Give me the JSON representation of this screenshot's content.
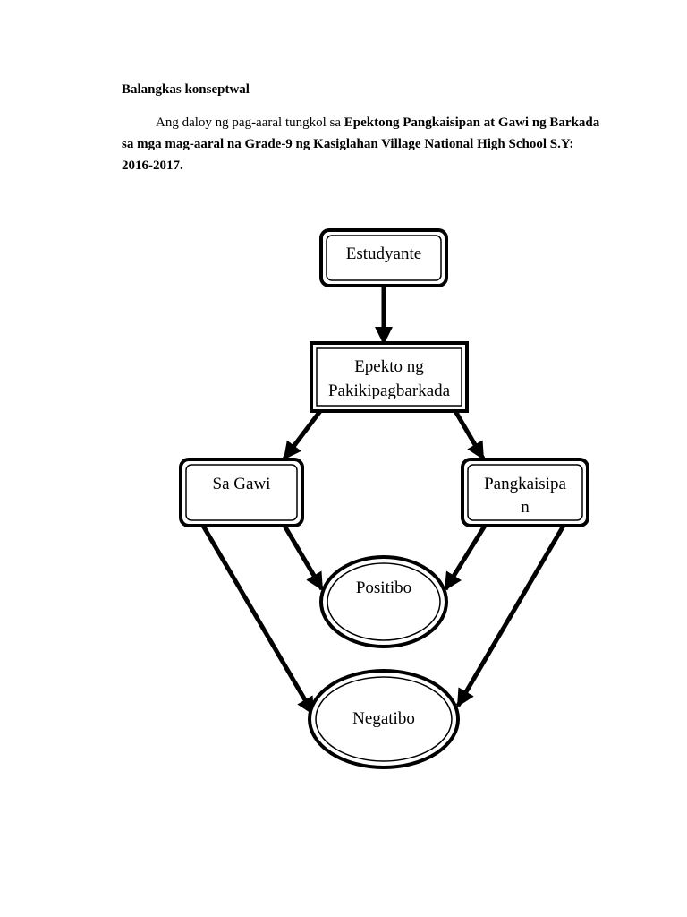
{
  "heading": "Balangkas konseptwal",
  "intro": {
    "lead": "Ang daloy ng pag-aaral tungkol sa ",
    "bold": "Epektong Pangkaisipan at Gawi ng Barkada sa mga mag-aaral na Grade-9 ng Kasiglahan Village National High School S.Y: 2016-2017."
  },
  "diagram": {
    "nodes": {
      "estudyante": {
        "line1": "Estudyante"
      },
      "epekto": {
        "line1": "Epekto ng",
        "line2": "Pakikipagbarkada"
      },
      "sa_gawi": {
        "line1": "Sa Gawi"
      },
      "pangkaisipan": {
        "line1": "Pangkaisipa",
        "line2": "n"
      },
      "positibo": {
        "line1": "Positibo"
      },
      "negatibo": {
        "line1": "Negatibo"
      }
    }
  }
}
